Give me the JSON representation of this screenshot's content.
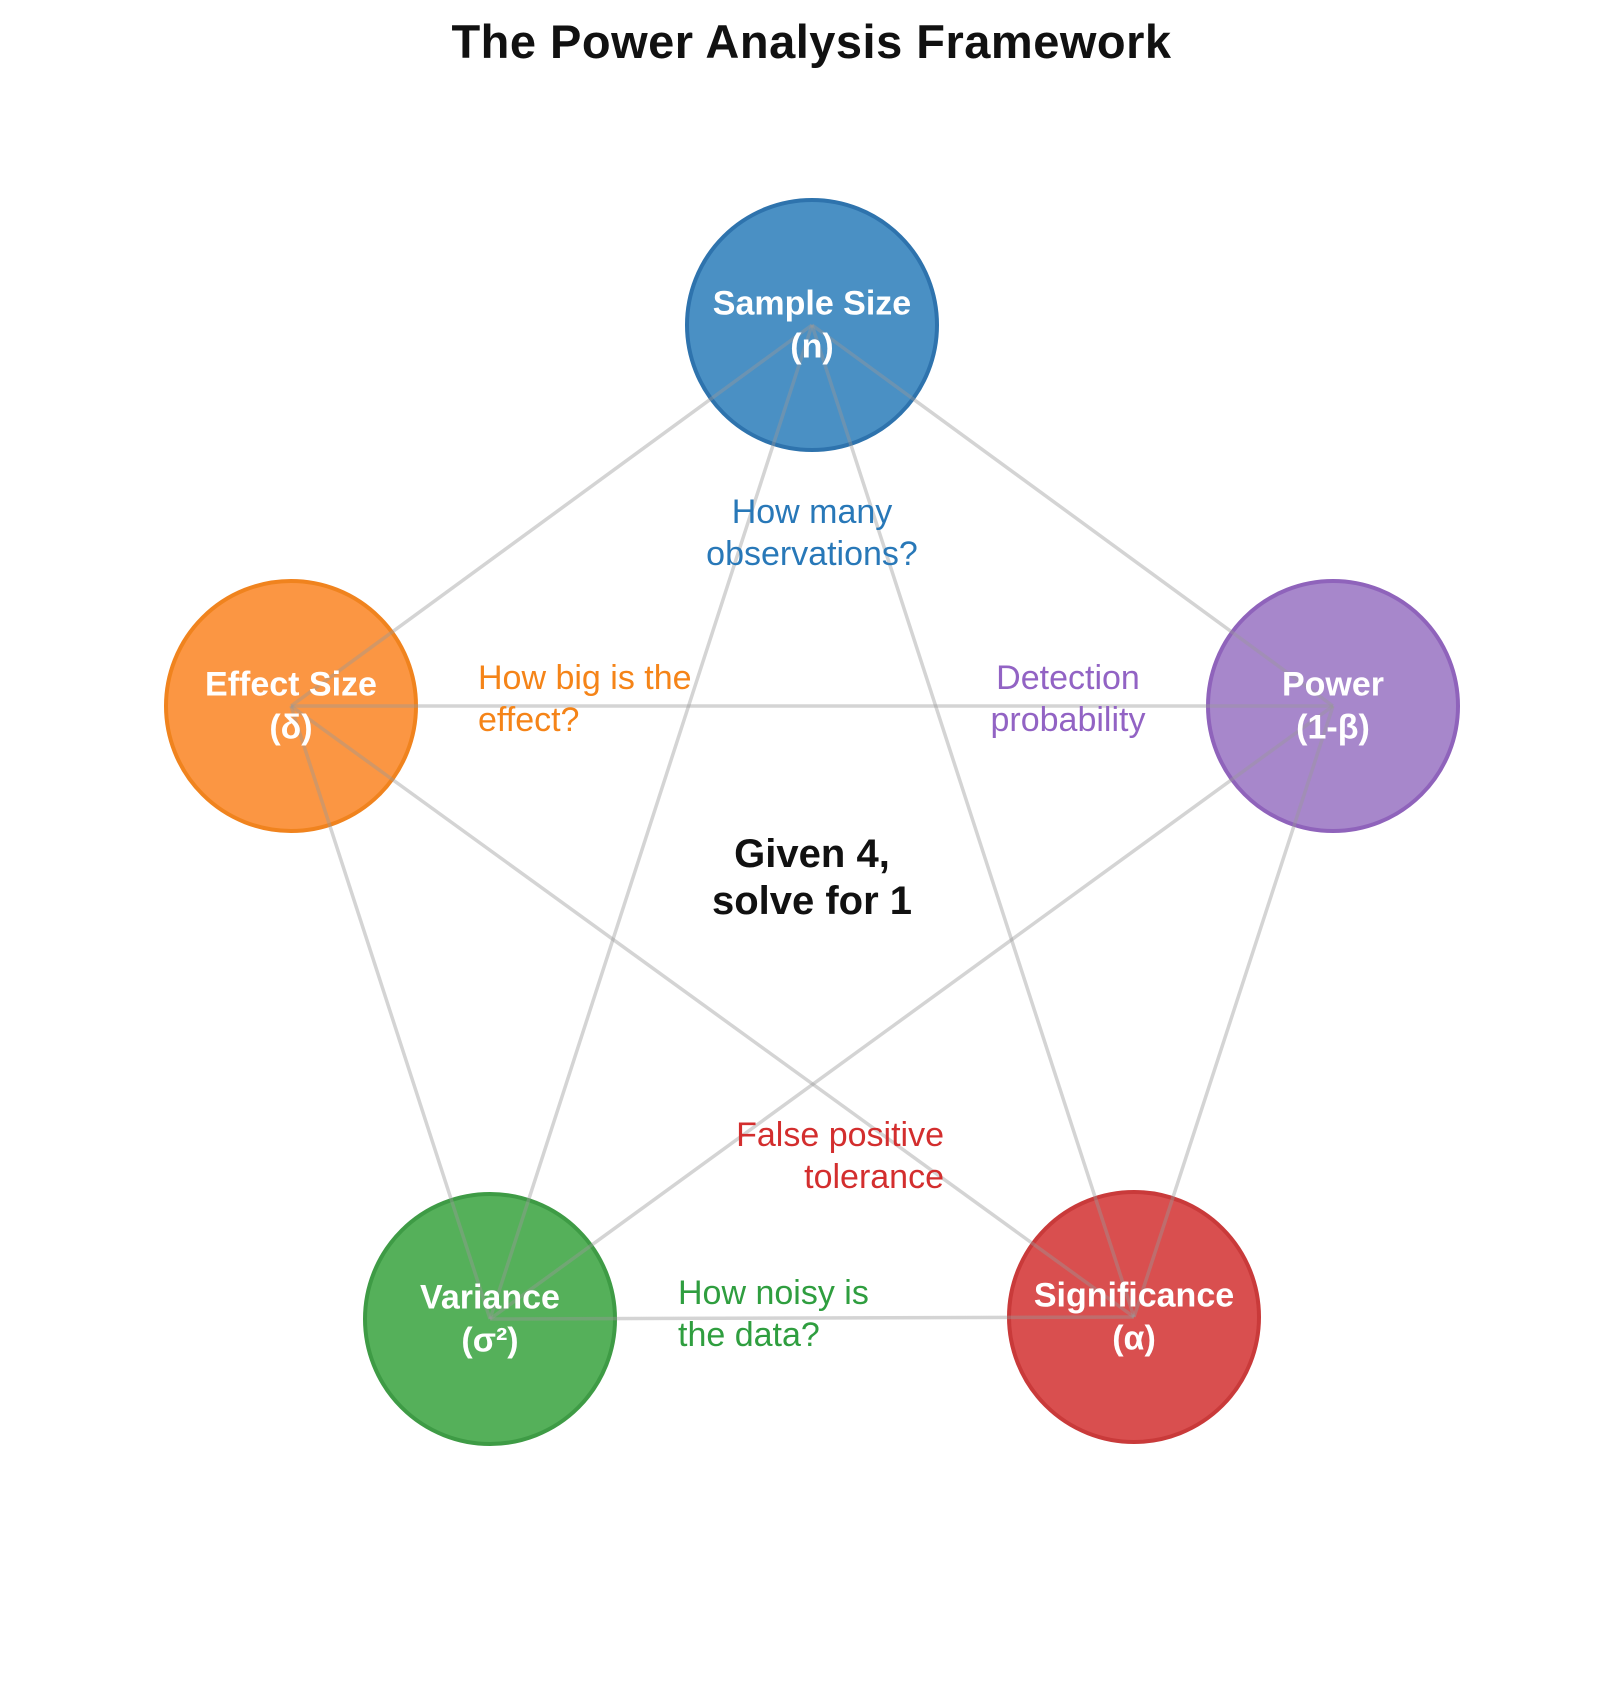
{
  "title": "The Power Analysis Framework",
  "center_note": "Given 4,\nsolve for 1",
  "edges": {
    "color": "#999999"
  },
  "nodes": {
    "sample_size": {
      "label": "Sample Size\n(n)",
      "fill": "#4a90c4",
      "border": "#2e73ad",
      "annotation": "How many\nobservations?",
      "annotation_color": "#2878b8"
    },
    "effect_size": {
      "label": "Effect Size\n(δ)",
      "fill": "#fb9643",
      "border": "#f0831e",
      "annotation": "How big is the\neffect?",
      "annotation_color": "#f58418"
    },
    "power": {
      "label": "Power\n(1-β)",
      "fill": "#a787cb",
      "border": "#8f63bb",
      "annotation": "Detection\nprobability",
      "annotation_color": "#9263c4"
    },
    "variance": {
      "label": "Variance\n(σ²)",
      "fill": "#55b05a",
      "border": "#3e9b45",
      "annotation": "How noisy is\nthe data?",
      "annotation_color": "#2f9e3f"
    },
    "significance": {
      "label": "Significance\n(α)",
      "fill": "#d94f4f",
      "border": "#c93a3a",
      "annotation": "False positive\ntolerance",
      "annotation_color": "#d32e2e"
    }
  }
}
